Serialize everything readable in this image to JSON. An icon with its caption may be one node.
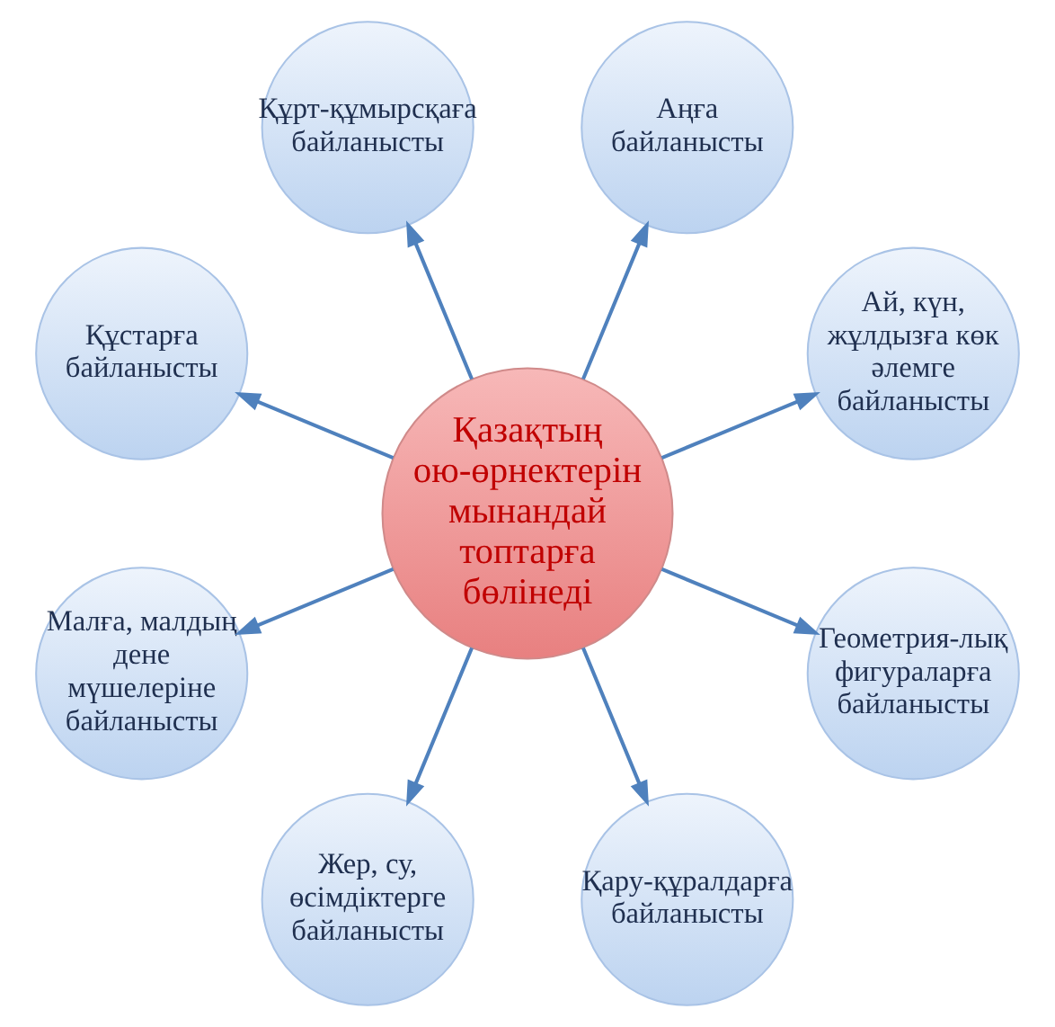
{
  "diagram": {
    "nodes": [
      {
        "text": [
          "Қазақтың ою-өрнектерін мынандай топтарға бөлінеді"
        ]
      },
      {
        "text": [
          "Ай, күн, жұлдызға көк әлемге байланысты"
        ]
      },
      {
        "text": [
          "Аңға байланысты"
        ]
      },
      {
        "text": [
          "Құрт-құмырсқаға байланысты"
        ]
      },
      {
        "text": [
          "Құстарға байланысты"
        ]
      },
      {
        "text": [
          "Малға, малдың дене мүшелеріне байланысты"
        ]
      },
      {
        "text": [
          "Жер, су, өсімдіктерге байланысты"
        ]
      },
      {
        "text": [
          "Қару-құралдарға байланысты"
        ]
      },
      {
        "text": [
          "Геометрия-лық фигураларға байланысты"
        ]
      }
    ],
    "edges": [
      {
        "from": 0,
        "to": 1,
        "arrow": "to"
      },
      {
        "from": 0,
        "to": 2,
        "arrow": "to"
      },
      {
        "from": 0,
        "to": 3,
        "arrow": "to"
      },
      {
        "from": 0,
        "to": 4,
        "arrow": "to"
      },
      {
        "from": 0,
        "to": 5,
        "arrow": "to"
      },
      {
        "from": 0,
        "to": 6,
        "arrow": "to"
      },
      {
        "from": 0,
        "to": 7,
        "arrow": "to"
      },
      {
        "from": 0,
        "to": 8,
        "arrow": "to"
      }
    ]
  }
}
